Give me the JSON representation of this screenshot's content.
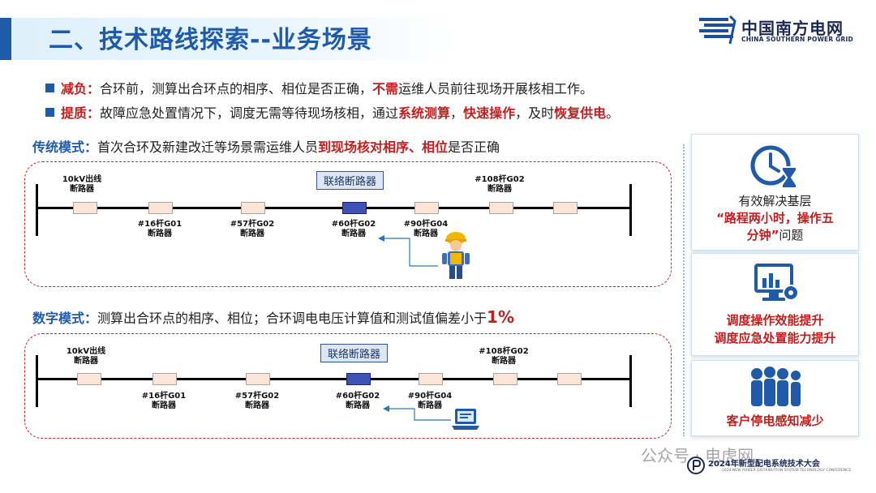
{
  "title": "二、技术路线探索--业务场景",
  "logo": {
    "cn": "中国南方电网",
    "en": "CHINA SOUTHERN POWER GRID"
  },
  "bullets": [
    {
      "head": "减负：",
      "t1": "合环前，测算出合环点的相序、相位是否正确，",
      "hl": "不需",
      "t2": "运维人员前往现场开展核相工作。"
    },
    {
      "head": "提质：",
      "t1": "故障应急处置情况下，调度无需等待现场核相，通过",
      "hl1": "系统测算",
      "sep": "，",
      "hl2": "快速操作",
      "t2": "，及时",
      "hl3": "恢复供电",
      "t3": "。"
    }
  ],
  "traditional": {
    "label": "传统模式：",
    "t1": "首次合环及新建改迁等场景需运维人员",
    "hl": "到现场核对相序、相位",
    "t2": "是否正确"
  },
  "digital": {
    "label": "数字模式：",
    "t1": "测算出合环点的相序、相位；合环调电电压计算值和测试值偏差小于",
    "hl": "1%"
  },
  "diagram": {
    "tie_label": "联络断路器",
    "top_labels": [
      {
        "line1": "10kV出线",
        "line2": "断路器"
      },
      {
        "line1": "#108杆G02",
        "line2": "断路器"
      }
    ],
    "bottom_labels": [
      {
        "line1": "#16杆G01",
        "line2": "断路器"
      },
      {
        "line1": "#57杆G02",
        "line2": "断路器"
      },
      {
        "line1": "#60杆G02",
        "line2": "断路器"
      },
      {
        "line1": "#90杆G04",
        "line2": "断路器"
      }
    ]
  },
  "cards": [
    {
      "icon": "clock-hourglass-icon",
      "line1": "有效解决基层",
      "line2": "“路程两小时，操作五",
      "line3": "分钟”",
      "line3b": "问题"
    },
    {
      "icon": "monitor-gear-icon",
      "line1": "调度操作效能提升",
      "line2": "调度应急处置能力提升"
    },
    {
      "icon": "people-group-icon",
      "line1": "客户停电感知减少"
    }
  ],
  "footer": {
    "watermark": "公众号 · 电虎网",
    "conference": "2024年新型配电系统技术大会",
    "conference_en": "2024 NEW POWER DISTRIBUTION SYSTEM TECHNOLOGY CONFERENCE"
  },
  "colors": {
    "brand_blue": "#1f5ba8",
    "highlight_red": "#c01f1f",
    "dash_red": "#c0282d",
    "breaker_fill": "#fce4d6",
    "breaker_closed": "#3f51b5"
  }
}
